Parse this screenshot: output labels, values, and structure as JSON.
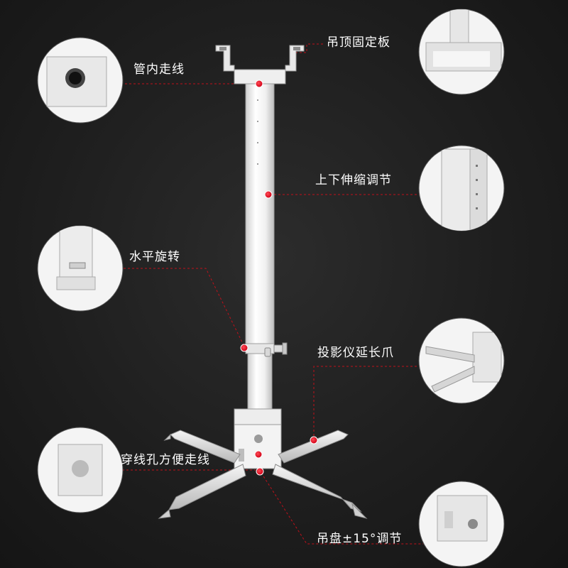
{
  "callouts": {
    "top_plate": "吊顶固定板",
    "cable_routing": "管内走线",
    "height_adjust": "上下伸缩调节",
    "horizontal_rotate": "水平旋转",
    "extension_arms": "投影仪延长爪",
    "cable_holes": "穿线孔方便走线",
    "tilt_adjust": "吊盘±15°调节"
  },
  "colors": {
    "background": "#1e1e1e",
    "accent_dot": "#e0001b",
    "guide_line": "#c0101a",
    "label_text": "#ffffff",
    "metal": "#eeeeee"
  }
}
